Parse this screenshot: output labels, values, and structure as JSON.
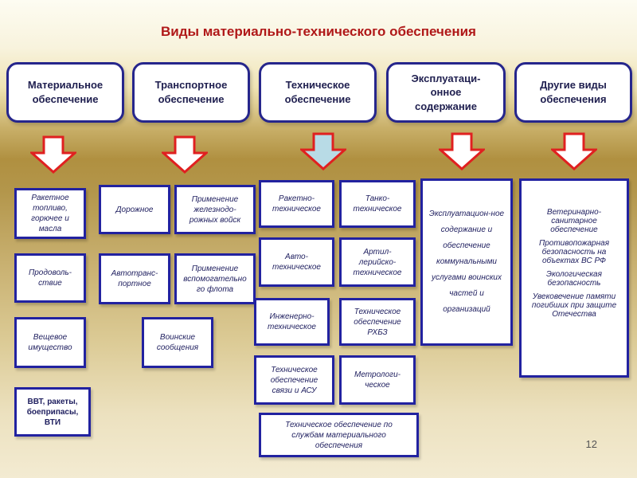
{
  "title": "Виды материально-технического обеспечения",
  "headers": [
    "Материальное\nобеспечение",
    "Транспортное\nобеспечение",
    "Техническое\nобеспечение",
    "Эксплуатаци-\nонное\nсодержание",
    "Другие виды\nобеспечения"
  ],
  "material": {
    "fuel": "Ракетное\nтопливо,\nгорючее и\nмасла",
    "food": "Продоволь-\nствие",
    "clothing": "Вещевое\nимущество",
    "weapons": "ВВТ, ракеты,\nбоеприпасы,\nВТИ"
  },
  "transport": {
    "road": "Дорожное",
    "railway": "Применение\nжелезнодо-\nрожных войск",
    "auto": "Автотранс-\nпортное",
    "fleet": "Применение\nвспомогательно\nго флота",
    "military_comms": "Воинские\nсообщения"
  },
  "technical": {
    "rocket": "Ракетно-\nтехническое",
    "tank": "Танко-\nтехническое",
    "auto": "Авто-\nтехническое",
    "artillery": "Артил-\nлерийско-\nтехническое",
    "engineering": "Инженерно-\nтехническое",
    "rkhbz": "Техническое\nобеспечение\nРХБЗ",
    "comms": "Техническое\nобеспечение\nсвязи и АСУ",
    "metrology": "Метрологи-\nческое",
    "services": "Техническое обеспечение по\nслужбам материального\nобеспечения"
  },
  "maintenance": {
    "text": "Эксплуатацион-ное\nсодержание и\nобеспечение\nкоммунальными\nуслугами воинских\nчастей и\nорганизаций"
  },
  "other": {
    "items": [
      "Ветеринарно-\nсанитарное\nобеспечение",
      "Противопожарная\nбезопасность на\nобъектах ВС РФ",
      "Экологическая\nбезопасность",
      "Увековечение памяти\nпогибших при защите\nОтечества"
    ]
  },
  "page_number": "12"
}
